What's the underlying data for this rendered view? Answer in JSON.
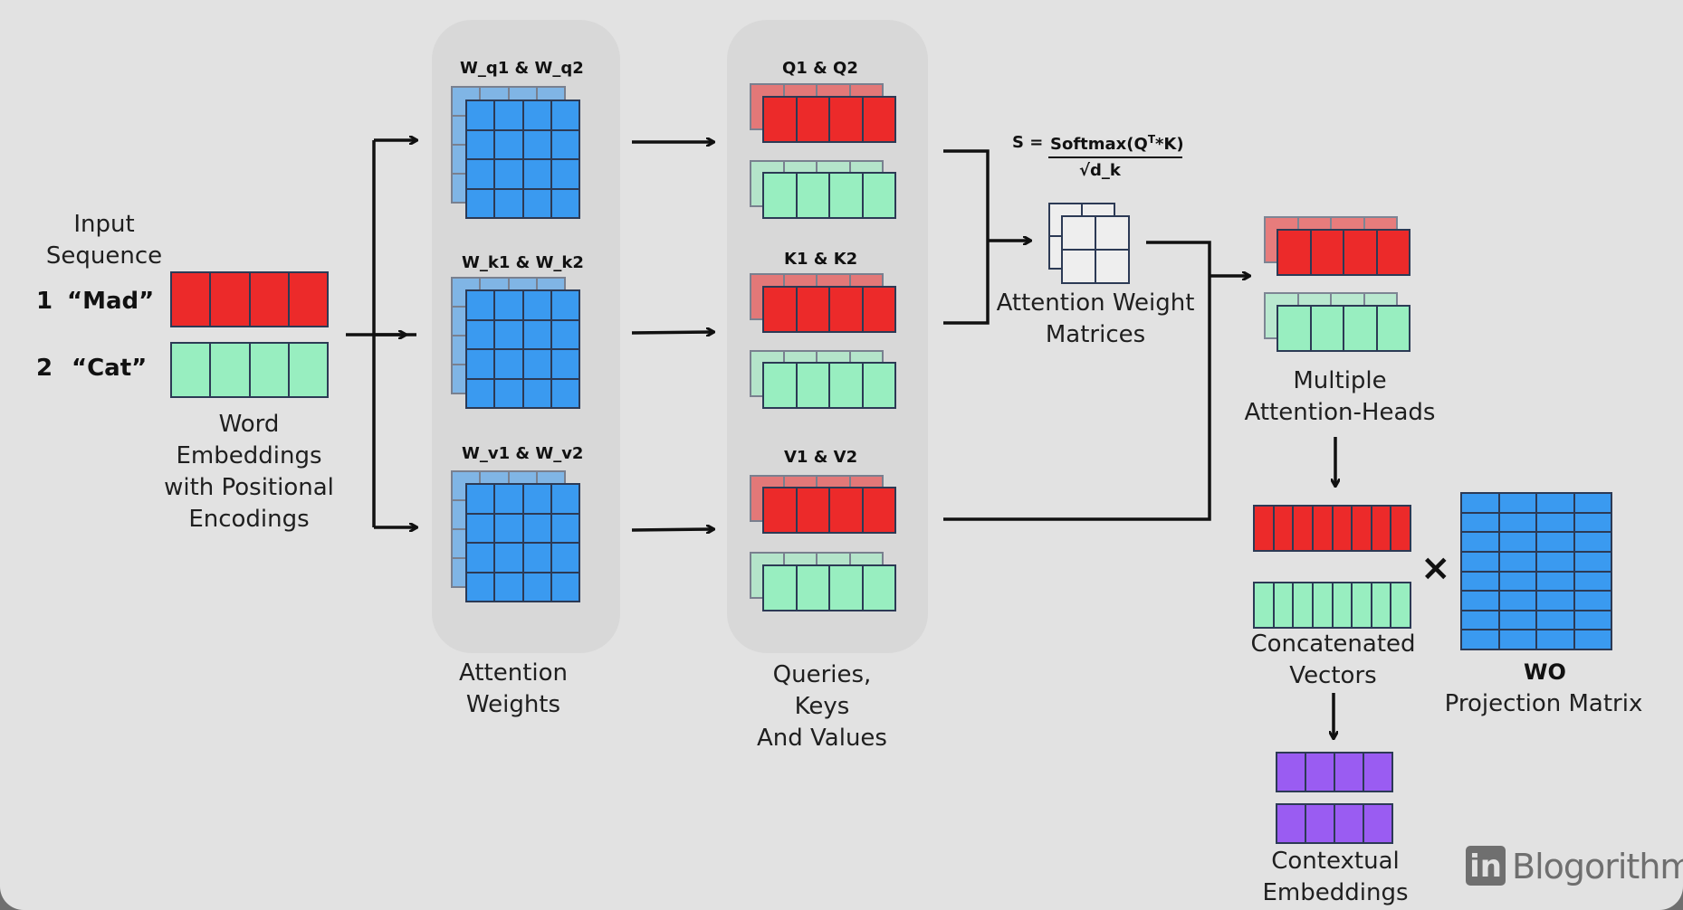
{
  "input": {
    "heading": "Input\nSequence",
    "items": [
      {
        "num": "1",
        "word": "“Mad”"
      },
      {
        "num": "2",
        "word": "“Cat”"
      }
    ],
    "embeddings_label": "Word\nEmbeddings\nwith Positional\nEncodings"
  },
  "weights": {
    "labels": [
      "W_q1 & W_q2",
      "W_k1 & W_k2",
      "W_v1 & W_v2"
    ],
    "caption": "Attention\nWeights"
  },
  "qkv": {
    "labels": [
      "Q1 & Q2",
      "K1 & K2",
      "V1 & V2"
    ],
    "caption": "Queries,\nKeys\nAnd Values"
  },
  "attention": {
    "formula_lhs": "S =",
    "formula_num_a": "Softmax(Q",
    "formula_sup": "T",
    "formula_num_b": "*K)",
    "formula_den": "√d_k",
    "caption": "Attention Weight\nMatrices"
  },
  "heads": {
    "caption": "Multiple\nAttention-Heads"
  },
  "concat": {
    "caption": "Concatenated\nVectors"
  },
  "projection": {
    "title": "WO",
    "caption": "Projection Matrix",
    "operator": "×"
  },
  "contextual": {
    "caption": "Contextual\nEmbeddings"
  },
  "brand": {
    "logo": "in",
    "name": "Blogorithm"
  },
  "colors": {
    "red": "#ec2a2a",
    "green": "#98eec0",
    "blue": "#3a9af0",
    "purple": "#9a5cf2",
    "lightgray": "#eeeeee",
    "panel": "#d8d8d8"
  }
}
